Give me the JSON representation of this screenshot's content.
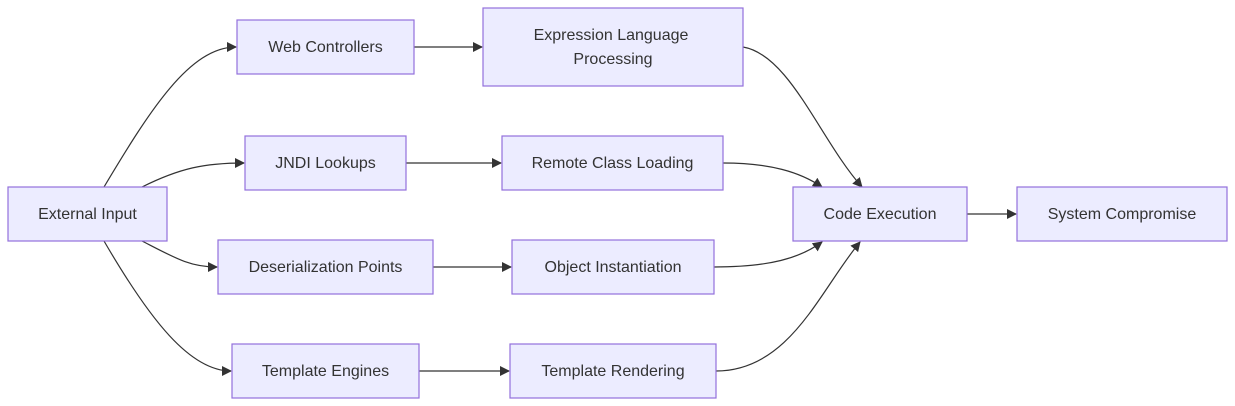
{
  "nodes": {
    "external_input": {
      "label": "External Input"
    },
    "web_controllers": {
      "label": "Web Controllers"
    },
    "expression_language": {
      "line1": "Expression Language",
      "line2": "Processing"
    },
    "jndi_lookups": {
      "label": "JNDI Lookups"
    },
    "remote_class_loading": {
      "label": "Remote Class Loading"
    },
    "deserialization_points": {
      "label": "Deserialization Points"
    },
    "object_instantiation": {
      "label": "Object Instantiation"
    },
    "template_engines": {
      "label": "Template Engines"
    },
    "template_rendering": {
      "label": "Template Rendering"
    },
    "code_execution": {
      "label": "Code Execution"
    },
    "system_compromise": {
      "label": "System Compromise"
    }
  },
  "edges": [
    {
      "from": "External Input",
      "to": "Web Controllers"
    },
    {
      "from": "External Input",
      "to": "JNDI Lookups"
    },
    {
      "from": "External Input",
      "to": "Deserialization Points"
    },
    {
      "from": "External Input",
      "to": "Template Engines"
    },
    {
      "from": "Web Controllers",
      "to": "Expression Language Processing"
    },
    {
      "from": "JNDI Lookups",
      "to": "Remote Class Loading"
    },
    {
      "from": "Deserialization Points",
      "to": "Object Instantiation"
    },
    {
      "from": "Template Engines",
      "to": "Template Rendering"
    },
    {
      "from": "Expression Language Processing",
      "to": "Code Execution"
    },
    {
      "from": "Remote Class Loading",
      "to": "Code Execution"
    },
    {
      "from": "Object Instantiation",
      "to": "Code Execution"
    },
    {
      "from": "Template Rendering",
      "to": "Code Execution"
    },
    {
      "from": "Code Execution",
      "to": "System Compromise"
    }
  ],
  "colors": {
    "node_fill": "#ececff",
    "node_stroke": "#9370db",
    "edge": "#333333",
    "text": "#333333"
  }
}
